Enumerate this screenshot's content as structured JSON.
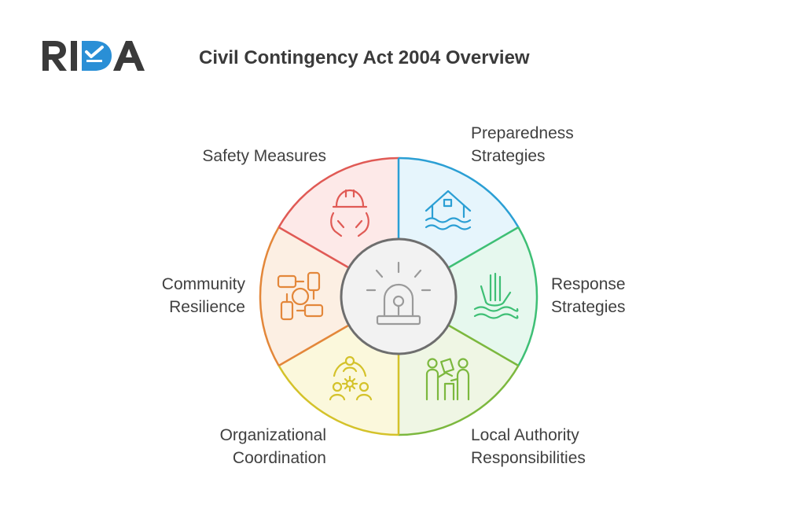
{
  "logo": {
    "text": "RIDA"
  },
  "title": "Civil Contingency Act 2004 Overview",
  "center": {
    "icon": "siren-icon"
  },
  "segments": [
    {
      "id": "preparedness",
      "lines": [
        "Preparedness",
        "Strategies"
      ],
      "icon": "flooded-house-icon",
      "stroke": "#2b9fd4",
      "fill": "#e6f5fc"
    },
    {
      "id": "response",
      "lines": [
        "Response",
        "Strategies"
      ],
      "icon": "hand-in-water-icon",
      "stroke": "#3ebf75",
      "fill": "#e6f8ee"
    },
    {
      "id": "local-authority",
      "lines": [
        "Local Authority",
        "Responsibilities"
      ],
      "icon": "people-handover-icon",
      "stroke": "#7cb83e",
      "fill": "#eff6e4"
    },
    {
      "id": "organizational",
      "lines": [
        "Organizational",
        "Coordination"
      ],
      "icon": "team-gear-icon",
      "stroke": "#d4c22a",
      "fill": "#fbf8dc"
    },
    {
      "id": "community",
      "lines": [
        "Community",
        "Resilience"
      ],
      "icon": "joined-hands-icon",
      "stroke": "#e3873a",
      "fill": "#fcefe3"
    },
    {
      "id": "safety",
      "lines": [
        "Safety Measures"
      ],
      "icon": "helmet-hands-icon",
      "stroke": "#e05a55",
      "fill": "#fde9e8"
    }
  ]
}
